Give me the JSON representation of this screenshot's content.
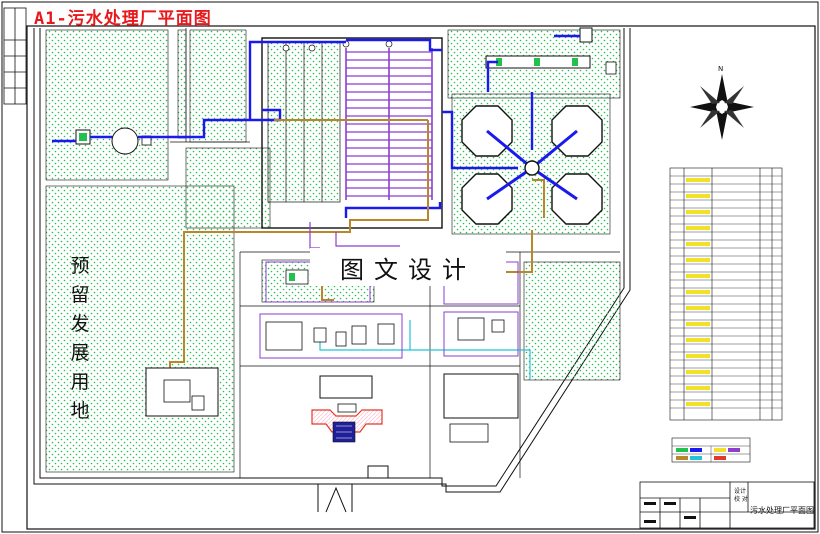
{
  "sheet": {
    "title": "A1-污水处理厂平面图",
    "watermark": "图文设计",
    "reserved_area_label": "预留发展用地"
  },
  "title_block": {
    "drawing_name": "污水处理厂平面图",
    "design_label": "设计",
    "check_label": "校 对"
  },
  "colors": {
    "sewer_pipe": "#1a1aee",
    "sludge_pipe": "#b8862b",
    "air_pipe": "#8a3fcf",
    "water_pipe": "#22c3d6",
    "title_red": "#e8191c",
    "greenery": "#22b14c"
  }
}
